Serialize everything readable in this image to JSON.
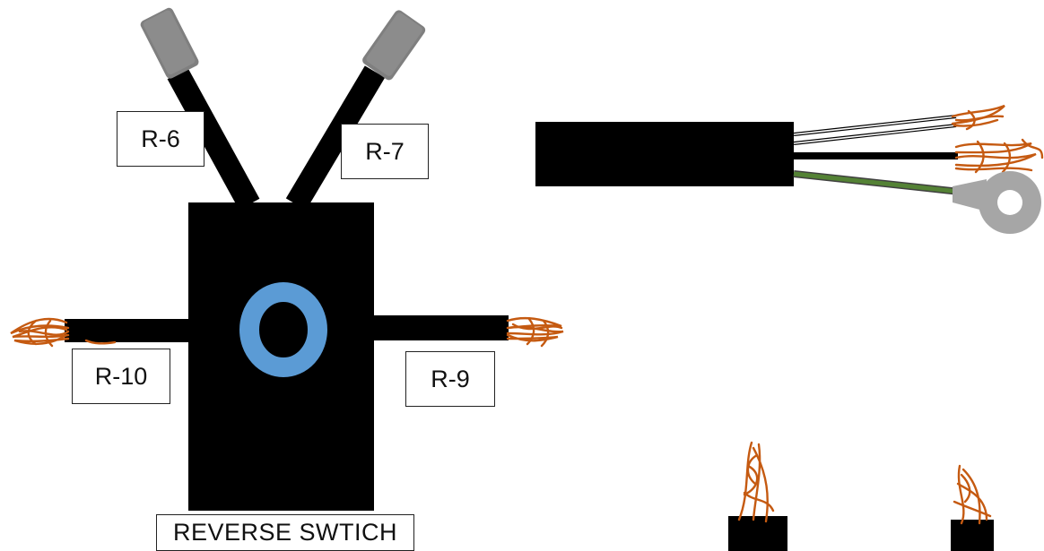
{
  "diagram": {
    "title": "REVERSE SWTICH",
    "labels": {
      "r6": "R-6",
      "r7": "R-7",
      "r9": "R-9",
      "r10": "R-10"
    },
    "colors": {
      "body": "#000000",
      "ring": "#5b9bd5",
      "copper": "#c55a11",
      "green_wire": "#548235",
      "terminal_gray": "#a6a6a6",
      "cap_gray": "#808080"
    }
  }
}
